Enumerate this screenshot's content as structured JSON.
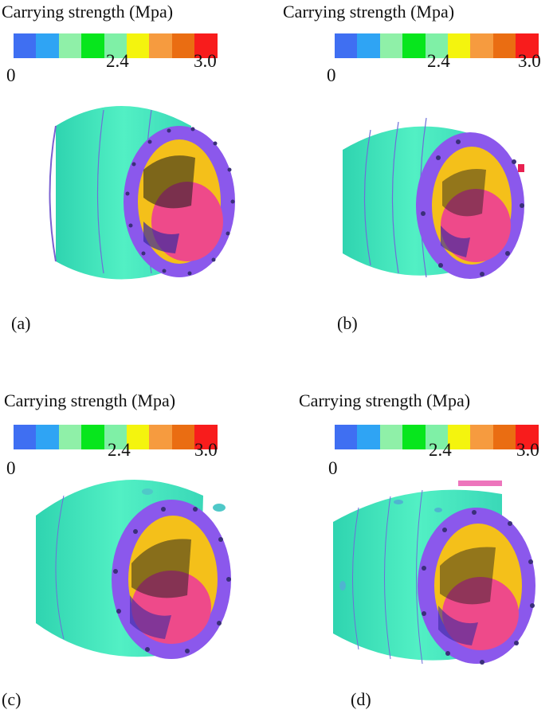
{
  "legend": {
    "title": "Carrying strength (Mpa)",
    "colors": [
      "#3f6ff2",
      "#2fa4f4",
      "#8ff0a8",
      "#07e61d",
      "#7ff0a6",
      "#f4f40e",
      "#f69b3f",
      "#ea6d12",
      "#f81c1c"
    ],
    "ticks": {
      "min": "0",
      "mid": "2.4",
      "max": "3.0"
    }
  },
  "panels": [
    {
      "caption": "(a)"
    },
    {
      "caption": "(b)"
    },
    {
      "caption": "(c)"
    },
    {
      "caption": "(d)"
    }
  ]
}
